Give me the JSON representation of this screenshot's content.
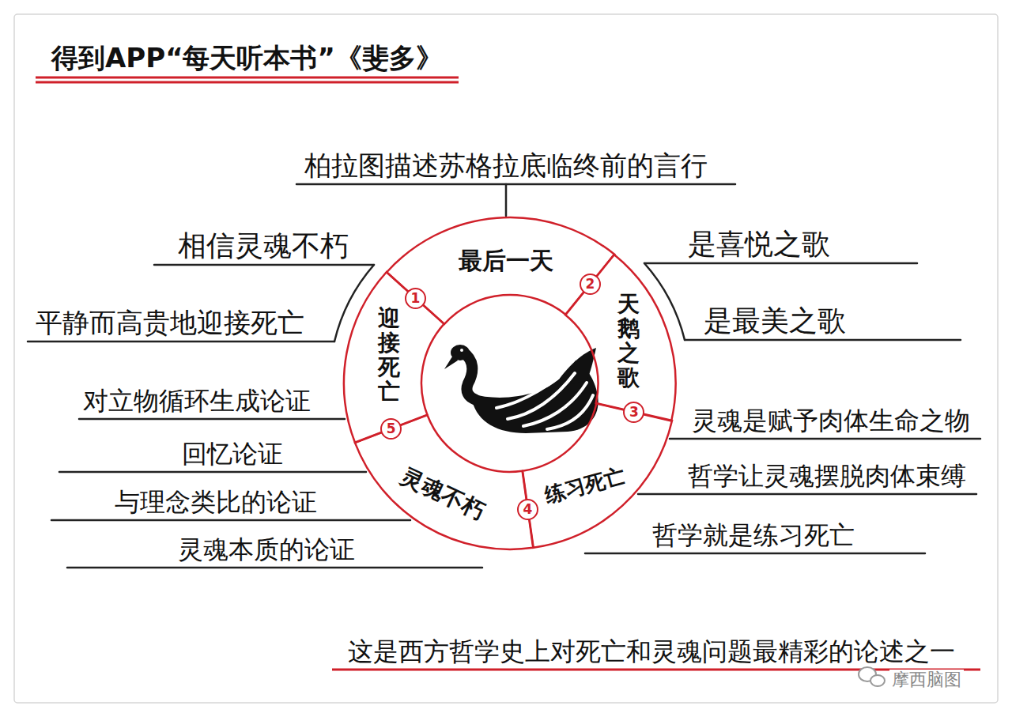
{
  "diagram": {
    "title": "得到APP“每天听本书”《斐多》",
    "caption": "这是西方哲学史上对死亡和灵魂问题最精彩的论述之一",
    "nodes": [
      {
        "text": [
          "最后一天"
        ]
      },
      {
        "text": [
          "天鹅之歌"
        ]
      },
      {
        "text": [
          "练习死亡"
        ]
      },
      {
        "text": [
          "灵魂不朽"
        ]
      },
      {
        "text": [
          "迎接死亡"
        ]
      },
      {
        "text": [
          "1"
        ]
      },
      {
        "text": [
          "2"
        ]
      },
      {
        "text": [
          "3"
        ]
      },
      {
        "text": [
          "4"
        ]
      },
      {
        "text": [
          "5"
        ]
      }
    ],
    "labels": [
      "柏拉图描述苏格拉底临终前的言行",
      "相信灵魂不朽",
      "平静而高贵地迎接死亡",
      "对立物循环生成论证",
      "回忆论证",
      "与理念类比的论证",
      "灵魂本质的论证",
      "是喜悦之歌",
      "是最美之歌",
      "灵魂是赋予肉体生命之物",
      "哲学让灵魂摆脱肉体束缚",
      "哲学就是练习死亡",
      "摩西脑图"
    ]
  }
}
